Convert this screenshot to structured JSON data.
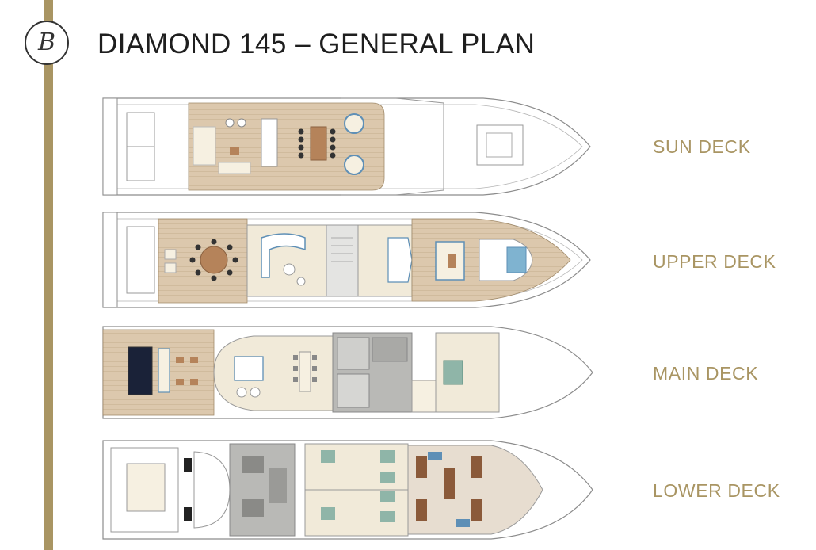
{
  "title": "DIAMOND 145 – GENERAL PLAN",
  "logo": {
    "mark": "B"
  },
  "decks": [
    {
      "label": "SUN DECK"
    },
    {
      "label": "UPPER DECK"
    },
    {
      "label": "MAIN DECK"
    },
    {
      "label": "LOWER DECK"
    }
  ],
  "colors": {
    "accent_gold": "#a99563",
    "teak": "#dcc8ad",
    "interior": "#f1ead9",
    "cream": "#f6f0e1",
    "service_grey": "#b9b9b6",
    "carpet_teal": "#8fb5a8",
    "glass_blue": "#5e8fb6",
    "hull_line": "#8c8c8c"
  }
}
